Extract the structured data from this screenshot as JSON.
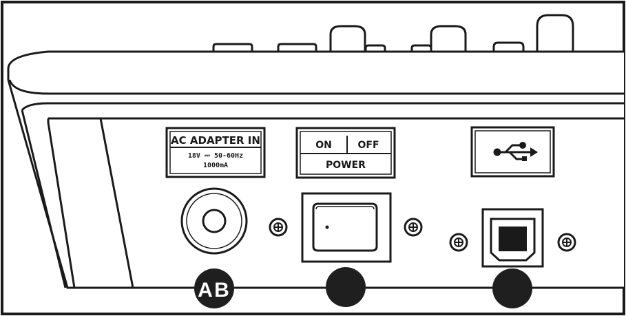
{
  "labels": {
    "ac_title": "AC ADAPTER IN",
    "ac_spec_1": "18V ⎓ 50-60Hz",
    "ac_spec_2": "1000mA",
    "power_on": "ON",
    "power_off": "OFF",
    "power_caption": "POWER"
  },
  "callouts": {
    "a": "A",
    "b": "B"
  },
  "icons": {
    "usb": "usb-symbol-icon",
    "screw": "screw-icon"
  },
  "colors": {
    "line": "#1a1a1a",
    "fill": "#ffffff",
    "badge": "#1f1f1f",
    "badge_text": "#ffffff"
  }
}
